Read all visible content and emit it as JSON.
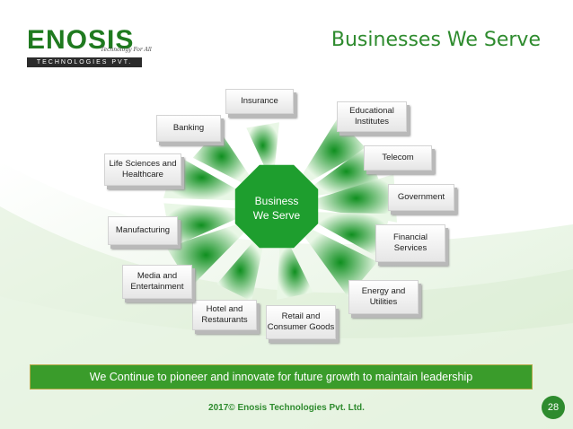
{
  "logo": {
    "wordmark": "ENOSIS",
    "tagline": "Technology For All",
    "band_text": "TECHNOLOGIES PVT. LTD."
  },
  "title": "Businesses We Serve",
  "center": {
    "label": "Business\nWe Serve",
    "color": "#1e9e2e"
  },
  "segments": [
    {
      "label": "Insurance"
    },
    {
      "label": "Educational\nInstitutes"
    },
    {
      "label": "Telecom"
    },
    {
      "label": "Government"
    },
    {
      "label": "Financial\nServices"
    },
    {
      "label": "Energy and\nUtilities"
    },
    {
      "label": "Retail and\nConsumer Goods"
    },
    {
      "label": "Hotel and\nRestaurants"
    },
    {
      "label": "Media and\nEntertainment"
    },
    {
      "label": "Manufacturing"
    },
    {
      "label": "Life Sciences and\nHealthcare"
    },
    {
      "label": "Banking"
    }
  ],
  "banner": {
    "text": "We Continue to pioneer and innovate for future growth to maintain leadership"
  },
  "footer": {
    "text": "2017© Enosis Technologies Pvt. Ltd."
  },
  "page_number": "28",
  "colors": {
    "brand_green": "#2e8b2e",
    "banner_green": "#3a9c2b",
    "ray_green": "#1faa2e"
  }
}
